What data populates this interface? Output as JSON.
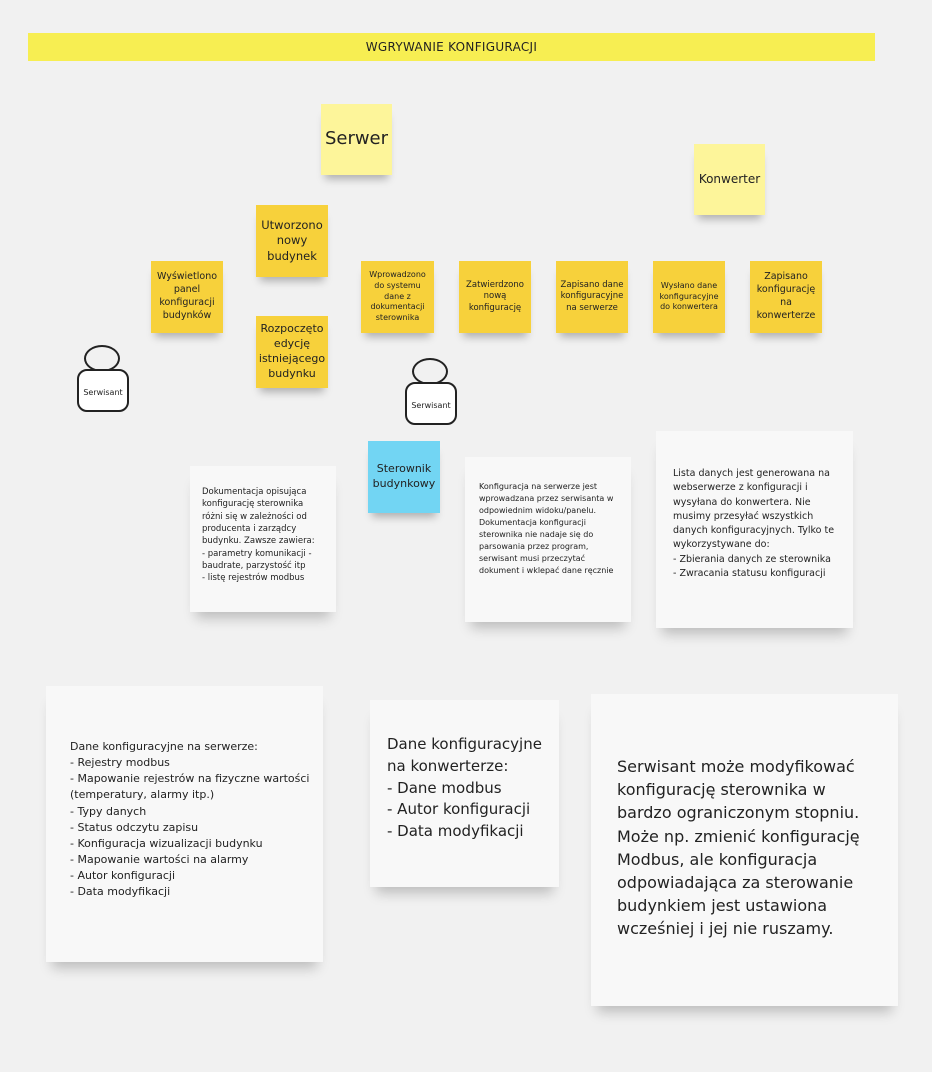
{
  "banner": {
    "title": "WGRYWANIE KONFIGURACJI"
  },
  "notes": {
    "serwer": "Serwer",
    "konwerter": "Konwerter",
    "utworzono": "Utworzono nowy budynek",
    "rozpoczeto": "Rozpoczęto edycję istniejącego budynku",
    "wyswietlono": "Wyświetlono panel konfiguracji budynków",
    "wprowadzono": "Wprowadzono do systemu dane z dokumentacji sterownika",
    "zatwierdzono": "Zatwierdzono nową konfigurację",
    "zapisano_serwer": "Zapisano dane konfiguracyjne na serwerze",
    "wyslano": "Wysłano dane konfiguracyjne do konwertera",
    "zapisano_konwerter": "Zapisano konfigurację na konwerterze",
    "sterownik": "Sterownik budynkowy"
  },
  "actors": {
    "serwisant_1": "Serwisant",
    "serwisant_2": "Serwisant"
  },
  "comments": {
    "dokumentacja": "Dokumentacja opisująca konfigurację sterownika różni się w zależności od producenta i zarządcy budynku. Zawsze zawiera:\n- parametry komunikacji - baudrate, parzystość itp\n- listę rejestrów modbus",
    "konfiguracja_serwer": "Konfiguracja na serwerze jest wprowadzana przez serwisanta w odpowiednim widoku/panelu. Dokumentacja konfiguracji sterownika nie nadaje się do parsowania przez program, serwisant musi przeczytać dokument i wklepać dane ręcznie",
    "lista_danych": "Lista danych jest generowana na webserwerze z konfiguracji i wysyłana do konwertera. Nie musimy przesyłać wszystkich danych konfiguracyjnych. Tylko te wykorzystywane do:\n- Zbierania danych ze sterownika\n- Zwracania statusu konfiguracji",
    "dane_serwer": "Dane konfiguracyjne na serwerze:\n- Rejestry modbus\n- Mapowanie rejestrów na fizyczne wartości (temperatury, alarmy itp.)\n- Typy danych\n- Status odczytu zapisu\n- Konfiguracja wizualizacji budynku\n- Mapowanie wartości na alarmy\n- Autor konfiguracji\n- Data modyfikacji",
    "dane_konwerter": "Dane konfiguracyjne na konwerterze:\n- Dane modbus\n- Autor konfiguracji\n- Data modyfikacji",
    "serwisant_mod": "Serwisant może modyfikować konfigurację sterownika w bardzo ograniczonym stopniu. Może np. zmienić konfigurację Modbus, ale konfiguracja odpowiadająca za sterowanie budynkiem jest ustawiona wcześniej i jej nie ruszamy."
  },
  "colors": {
    "banner": "#f7ee52",
    "actor_note": "#fdf59a",
    "event_note": "#f7d13b",
    "system_note": "#72d5f3",
    "comment_note": "#f8f8f8"
  }
}
